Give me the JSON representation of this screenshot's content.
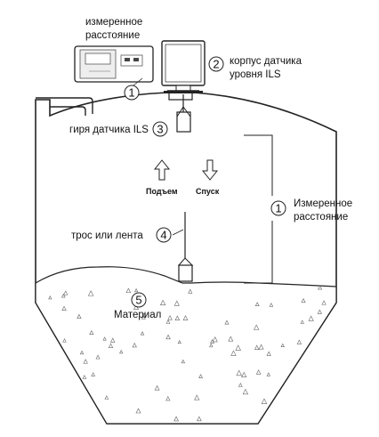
{
  "display_label": [
    "измеренное",
    "расстояние"
  ],
  "sensor_housing_label": [
    "корпус датчика",
    "уровня ILS"
  ],
  "weight_label": "гиря датчика ILS",
  "up_label": "Подъем",
  "down_label": "Спуск",
  "cable_label": "трос или лента",
  "material_label": "Материал",
  "measured_distance_label": [
    "Измеренное",
    "расстояние"
  ],
  "markers": {
    "display": "1",
    "housing": "2",
    "weight": "3",
    "cable": "4",
    "material": "5",
    "distance": "1"
  },
  "colors": {
    "line": "#222222",
    "fill": "#ffffff",
    "speckle": "#666666"
  }
}
